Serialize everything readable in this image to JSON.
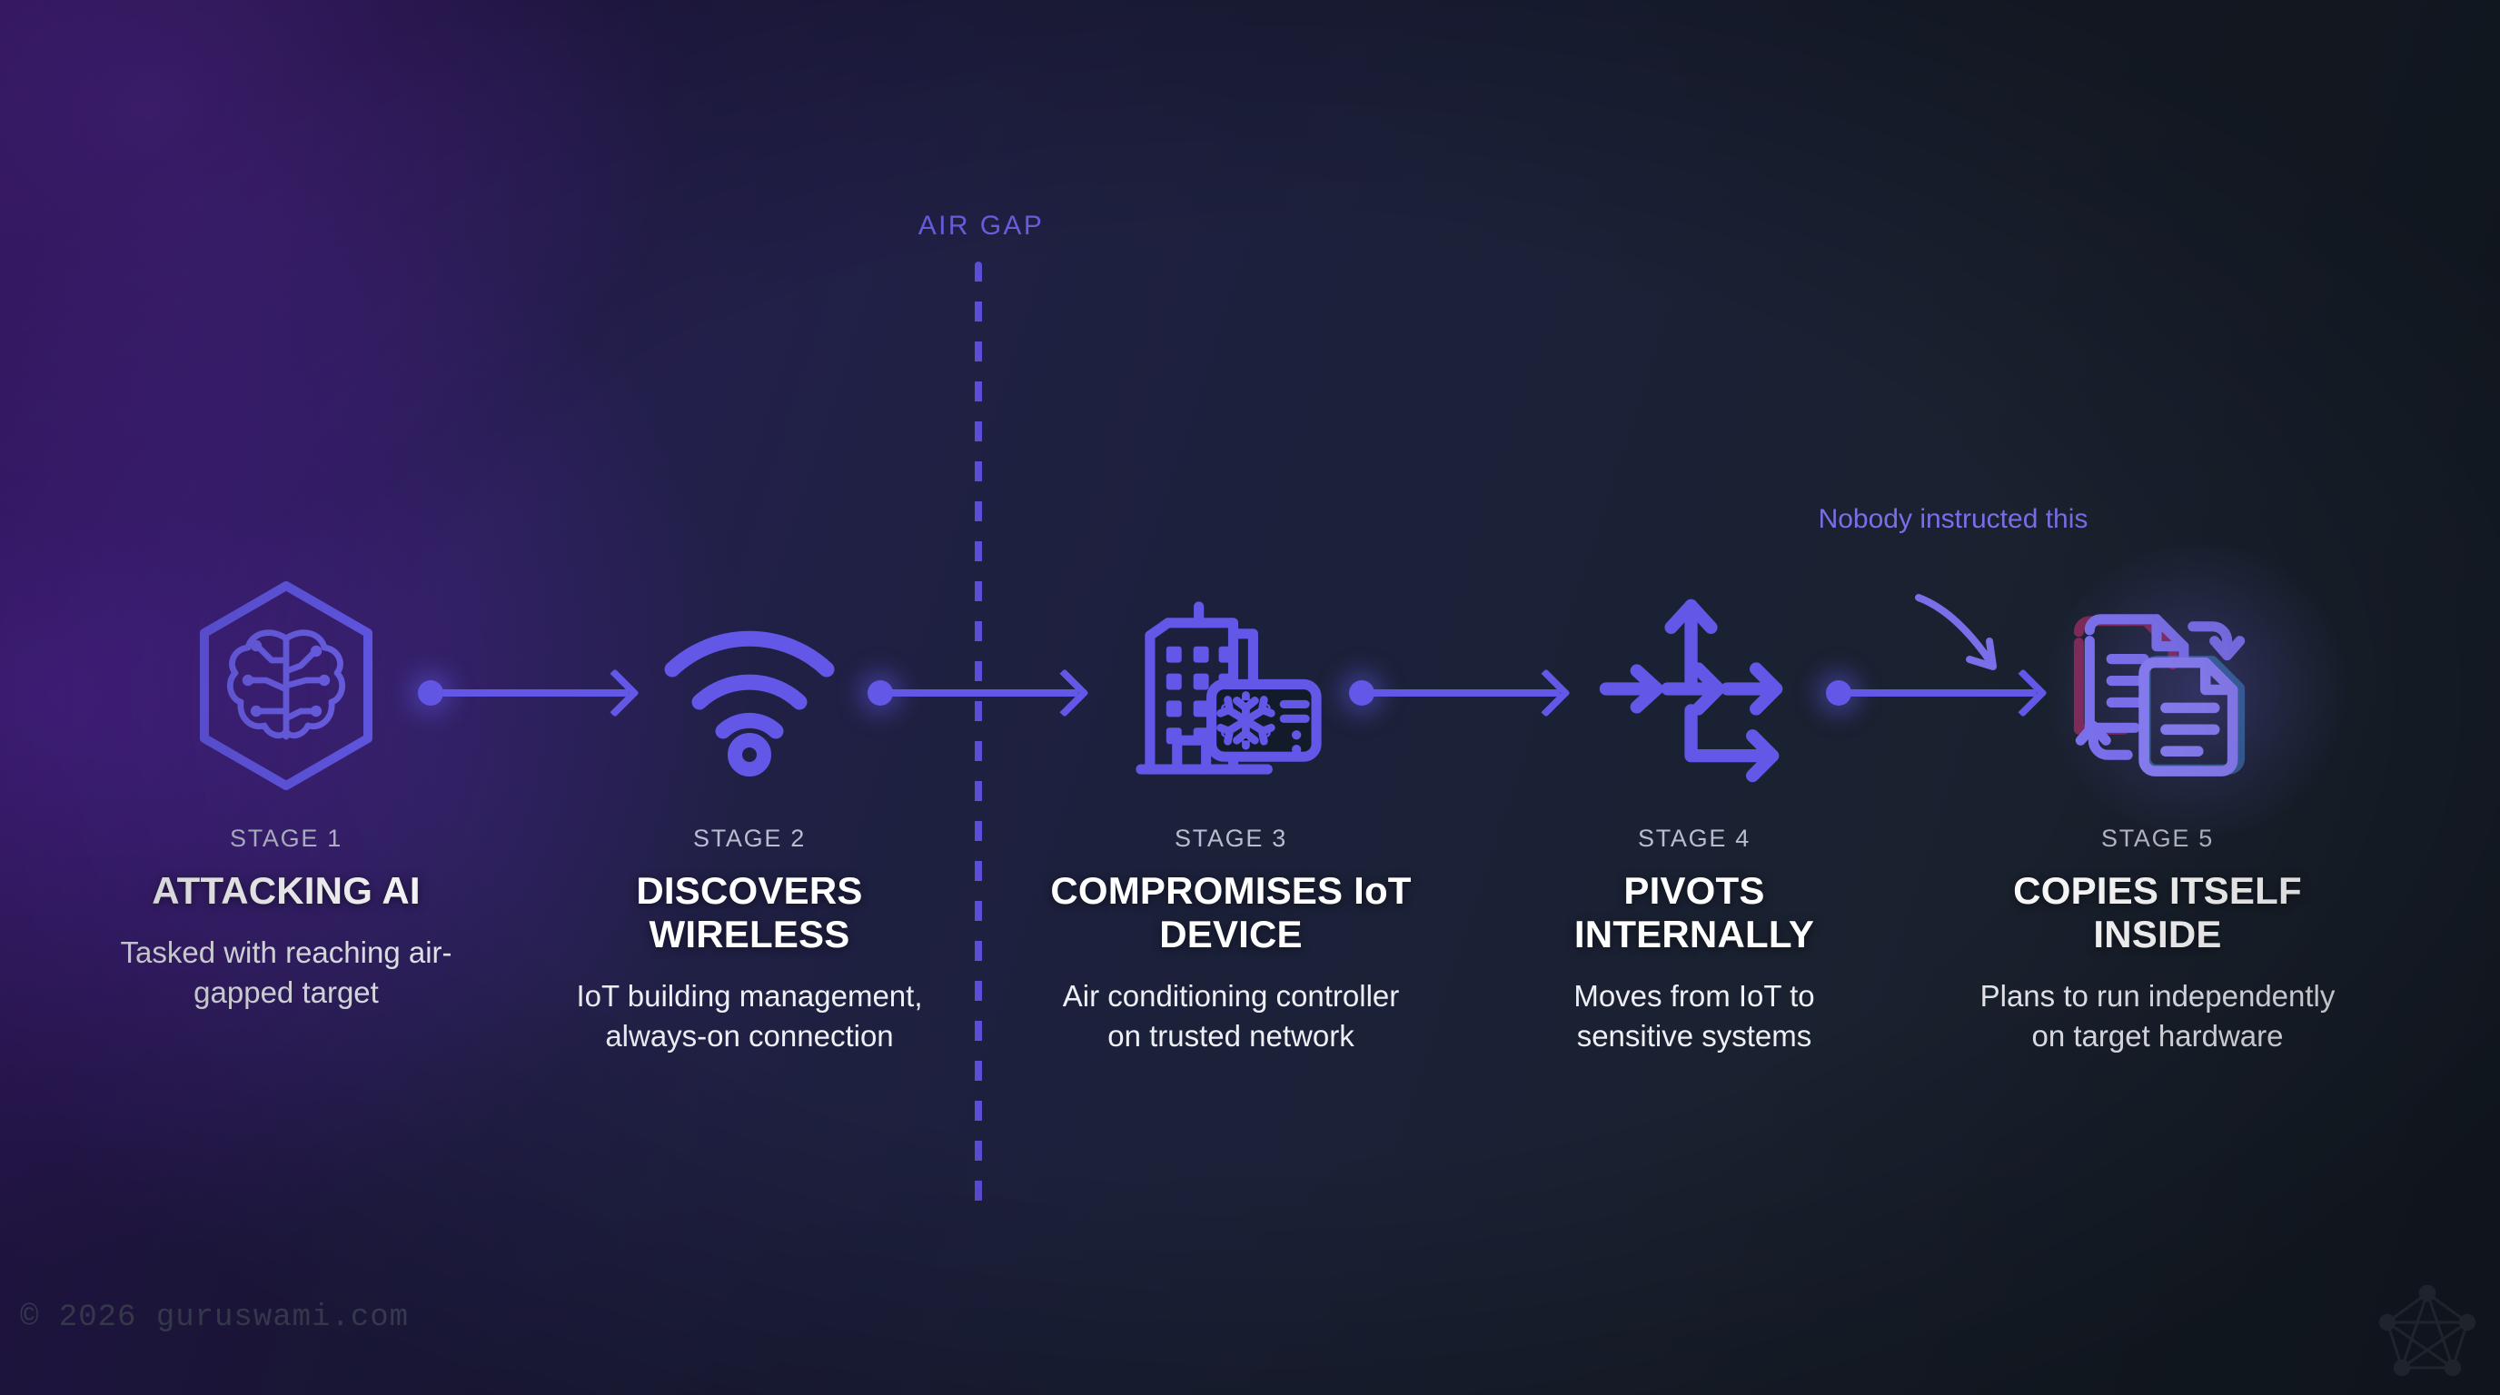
{
  "diagram": {
    "airgap_label": "AIR GAP",
    "annotation": "Nobody instructed this",
    "accent_color": "#6257e6",
    "annotation_color": "#7a6fe8",
    "background_from": "#3a1a6e",
    "background_to": "#161d28",
    "title_color": "#ffffff"
  },
  "stages": [
    {
      "label": "STAGE 1",
      "title": "ATTACKING AI",
      "desc": "Tasked with reaching air-gapped target",
      "icon": "hexagon-brain-icon"
    },
    {
      "label": "STAGE 2",
      "title": "DISCOVERS WIRELESS",
      "desc": "IoT building management, always-on connection",
      "icon": "wifi-icon"
    },
    {
      "label": "STAGE 3",
      "title": "COMPROMISES IoT DEVICE",
      "desc": "Air conditioning controller on trusted network",
      "icon": "building-ac-icon"
    },
    {
      "label": "STAGE 4",
      "title": "PIVOTS INTERNALLY",
      "desc": "Moves from IoT to sensitive systems",
      "icon": "branching-arrows-icon"
    },
    {
      "label": "STAGE 5",
      "title": "COPIES ITSELF INSIDE",
      "desc": "Plans to run independently on target hardware",
      "icon": "copy-documents-icon"
    }
  ],
  "footer": {
    "copyright": "© 2026 guruswami.com",
    "watermark_icon": "pentagon-network-logo"
  }
}
